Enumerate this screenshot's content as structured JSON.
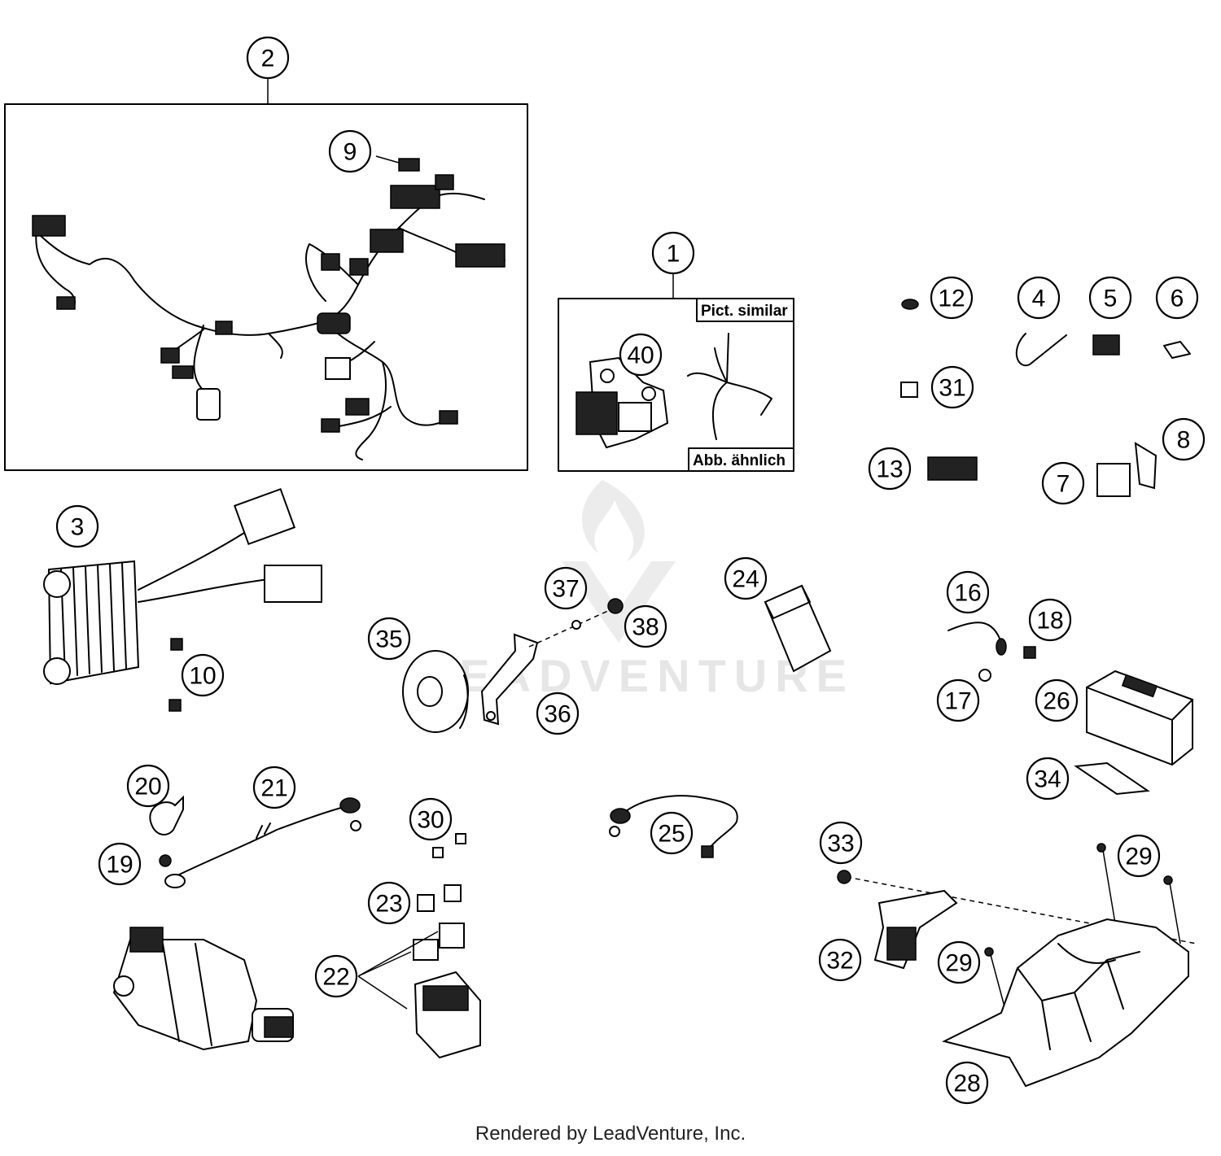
{
  "callouts": [
    "1",
    "2",
    "3",
    "4",
    "5",
    "6",
    "7",
    "8",
    "9",
    "10",
    "12",
    "13",
    "16",
    "17",
    "18",
    "19",
    "20",
    "21",
    "22",
    "23",
    "24",
    "25",
    "26",
    "28",
    "29",
    "29",
    "30",
    "31",
    "32",
    "33",
    "34",
    "35",
    "36",
    "37",
    "38",
    "40"
  ],
  "inset_labels": {
    "top": "Pict. similar",
    "bottom": "Abb. ähnlich"
  },
  "watermark": "LEADVENTURE",
  "footer": "Rendered by LeadVenture, Inc."
}
